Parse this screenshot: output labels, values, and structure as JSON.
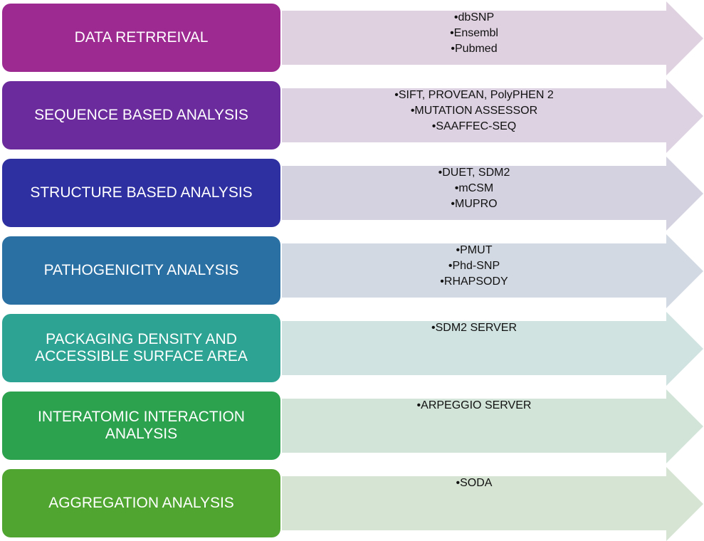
{
  "diagram": {
    "title": "",
    "stages": [
      {
        "label": "DATA RETRREIVAL",
        "box_color": "#9C2A91",
        "arrow_color": "#DFD1E0",
        "tools": [
          "•dbSNP",
          "•Ensembl",
          "•Pubmed"
        ]
      },
      {
        "label": "SEQUENCE BASED ANALYSIS",
        "box_color": "#6B2B9C",
        "arrow_color": "#DDD2E2",
        "tools": [
          "•SIFT, PROVEAN, PolyPHEN 2",
          "•MUTATION ASSESSOR",
          "•SAAFFEC-SEQ"
        ]
      },
      {
        "label": "STRUCTURE BASED ANALYSIS",
        "box_color": "#2E2FA0",
        "arrow_color": "#D4D2E0",
        "tools": [
          "•DUET, SDM2",
          "•mCSM",
          "•MUPRO"
        ]
      },
      {
        "label": "PATHOGENICITY ANALYSIS",
        "box_color": "#2B70A3",
        "arrow_color": "#D3D9E2",
        "tools": [
          "•PMUT",
          "•Phd-SNP",
          "•RHAPSODY"
        ]
      },
      {
        "label": "PACKAGING DENSITY AND\nACCESSIBLE  SURFACE AREA",
        "box_color": "#2CA393",
        "arrow_color": "#D1E3E1",
        "tools": [
          "•SDM2 SERVER"
        ]
      },
      {
        "label": "INTERATOMIC INTERACTION\nANALYSIS",
        "box_color": "#2DA24E",
        "arrow_color": "#D2E4D8",
        "tools": [
          "•ARPEGGIO SERVER"
        ]
      },
      {
        "label": "AGGREGATION ANALYSIS",
        "box_color": "#4FA52F",
        "arrow_color": "#D6E4D3",
        "tools": [
          "•SODA"
        ]
      }
    ]
  }
}
